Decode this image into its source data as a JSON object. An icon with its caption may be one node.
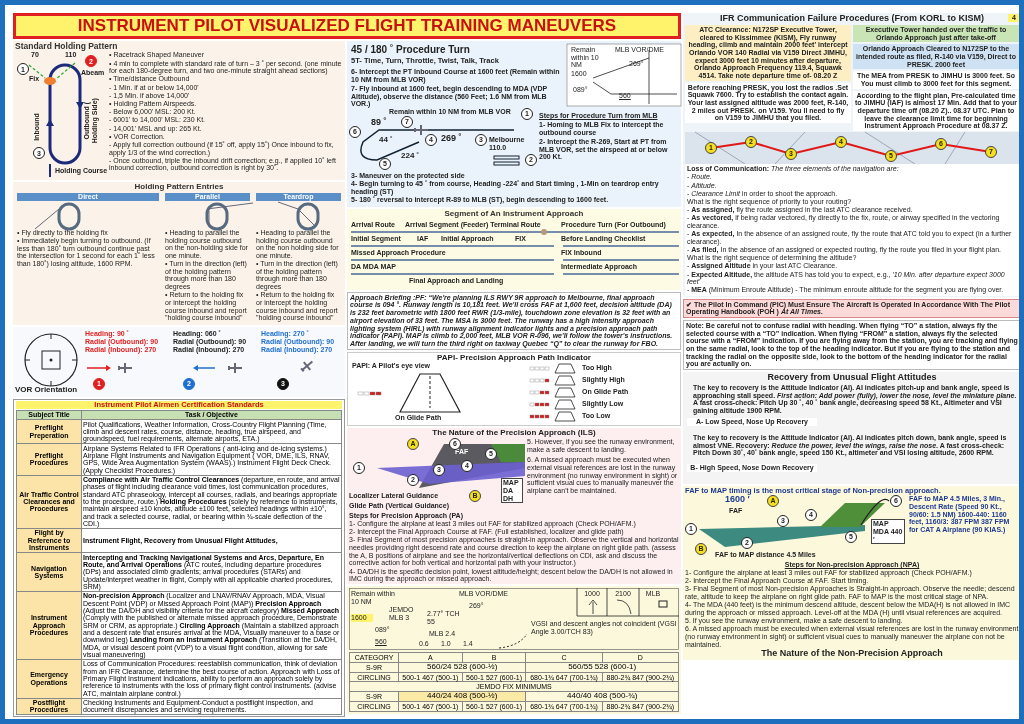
{
  "diagram": {
    "title": "INSTRUMENT PILOT VISUALIZED FLIGHT TRAINING MANEUVERS",
    "nodes": [
      {
        "text": [
          "Standard Holding Pattern",
          "• Racetrack Shaped Maneuver",
          "• 4 min to complete with standard rate of turn – 3 ˚ per second. (one minute for each 180-degree turn, and two one-minute straight ahead sections)",
          "• Time/distance Outbound",
          "- 1 Min. if at or below 14,000'",
          "- 1,5 Min. if above 14,000'",
          "• Holding Pattern Airspeeds.",
          "- Below 6,000' MSL: 200 Kt.",
          "- 6001' to 14,000' MSL: 230 Kt.",
          "- 14,001' MSL and up: 265 Kt.",
          "• VOR Correction.",
          "- Apply full correction outbound (if 15˚ off, apply 15˚) Once inbound to fix, apply 1/3 of the wind correction.)",
          "- Once outbound, triple the inbound drift correction; e.g., if applied 10˚ left inbound correction, outbound correction is right by 30˚."
        ]
      },
      {
        "text": [
          "Holding Pattern Entries"
        ]
      },
      {
        "text": [
          "Direct",
          "• Fly directly to the holding fix",
          "• Immediately begin turning to outbound. (If less than 180˚ turn outbound continue past the intersection for 1 second for each 1˚ less than 180˚) losing altitude, 1600 RPM."
        ],
        "in": 1
      },
      {
        "text": [
          "Parallel",
          "• Heading to parallel the holding course outbound on the non-holding side for one minute.",
          "• Turn in the direction (left) of the holding pattern through more than 180 degrees",
          "• Return to the holding fix or intercept the holding course inbound and report \"holding course inbound\""
        ],
        "in": 1
      },
      {
        "text": [
          "Teardrop",
          "• Heading to parallel the holding course outbound on the non holding side for one minute.",
          "• Turn in the direction (left) of the holding pattern through more than 180 degrees",
          "• Return to the holding fix or intercept the holding course inbound and report \"holding course inbound\""
        ],
        "in": 1
      },
      {
        "text": [
          "45 / 180 ˚ Procedure Turn",
          "5T- Time, Turn, Throttle, Twist, Talk, Track",
          "6- Intercept the PT Inbound Course at 1600 feet  (Remain within 10 NM from MLB VOR)",
          "7- Fly inbound at 1600 feet, begin descending to MDA (VDP Altitude), observe the distance (560 Feet; 1.6 NM from MLB VOR.)",
          "Remain within 10 NM from MLB VOR",
          "Steps for Procedure Turn from MLB",
          "1- Homing to MLB Fix to intercept the outbound course",
          "2- Intercept the R-269, Start at PT from MLB VOR, set the airspeed at or below 200 Kt.",
          "3- Maneuver on the protected side",
          "4- Begin turning to 45 ˚ from course, Heading -224˚  and  Start timing , 1-Min on teardrop entry heading (ST)",
          "5- 180 ˚ reversal to intercept R-89 to MLB (ST), begin descending to 1600 feet."
        ]
      },
      {
        "text": [
          "Approach Briefing :PF: “We're planning ILS RWY 9R approach to Melbourne, final approach course is 094 °. Runway length is 10,181 feet. We'll cross FAF at 1,600 feet, decision altitude (DA) is 232 feet barometric with 1800 feet RWR (1/3-mile), touchdown zone elevation is 32 feet with an airport elevation of 33 feet. The MSA is 3000 feet. The runway has a high intensity approach lighting system (HIRL) with runway alignment indicator lights and a precision approach path indicator (PAPI). MAP is climb to 2,000 feet, MLB VOR R-096, we'll follow the tower's instructions. After landing, we will turn the third right on taxiway Quebec “Q” to clear the runway for FBO."
        ]
      },
      {
        "text": [
          "Segment of An Instrument Approach"
        ]
      },
      {
        "text": [
          "Note: Be careful not to confuse radial with heading. When flying “TO” a station, always fly the selected course with a “TO” indication. When flying “FROM” a station, always fly the selected course with a “FROM” indication. If you are flying away from the station, you are tracking and flying on the same radial, look to the top of the heading indicator. But if you are flying to the station and tracking the radial on the opposite side, look to the bottom of the heading indicator for the radial you are actually on."
        ]
      },
      {
        "text": [
          "VOR Orientation"
        ]
      },
      {
        "text": [
          "Instrument Pilot Airmen Certification Standards"
        ]
      },
      {
        "text": [
          "The Nature of the Precision Approach (ILS)",
          "5. However, if you see the runway environment, make a safe descent to landing.",
          "6. A missed approach must be executed when external visual references are lost in the runway environment (no runway environment in sight) or sufficient visual cues to manually maneuver the airplane can't be maintained.",
          "Steps for Precision Approach (PA)",
          "1- Configure the airplane at least 3 miles out FAF for stabilized approach (Check POH/AFM.)",
          "2- Intercept the Final Approach Course at FAF. (Full established, localizer and glide path)",
          "3- Final Segment of most precision approaches is straight-in approach. Observe the vertical and horizontal needles providing right descend rate and course direction to keep the airplane on right glide path. (assess the A, B positions of airplane and see the horizontal/vertical deflections on CDI, ask and discuss the corrective action for both vertical and horizontal path with your instructor.)",
          "4- DA/DH is the specific decision point, lowest altitude/height; descent below the DA/DH is not allowed in IMC during the approach or missed approach."
        ]
      },
      {
        "text": [
          "PAPI- Precision Approach Path Indicator",
          "PAPI: A Pilot's eye view"
        ]
      },
      {
        "text": [
          "FAF to MAP timing is the most critical stage of Non-precision approach.",
          "Steps for Non-precision Approach (NPA)",
          "1- Configure the airplane at least 3 miles out FAF for stabilized approach (Check POH/AFM.)",
          "2- Intercept the Final Approach Course at FAF. Start timing.",
          "3- Final Segment of most Non-precision Approaches is  Straight-in approach. Observe the needle; descend rate, altitude to keep the airplane on right glide path. FAF to MAP is the most critical stage of NPA.",
          "4- The MDA (440 feet) is the minimum descend altitude, descent below the MDA(H) is not allowed in IMC during the approach or missed approach. Level-off at the MDA (H) until visual references are acquired.",
          "5. If you see the runway environment, make a safe descent to landing.",
          "6. A missed approach must be executed when external visual references are lost in the  runway environment (no runway environment in sight) or sufficient visual cues to manually maneuver the airplane con not be maintained.",
          "The Nature of the Non-Precision Approach"
        ]
      },
      {
        "text": [
          "IFR Communication Failure Procedures  (From KORL to KISM)"
        ]
      },
      {
        "text": [
          "ATC Clearance: N172SP Executive Tower, cleared to Kissimmee (KISM), Fly runway heading, climb and maintain 2000 feet' intercept Orlando VOR 140 Radial via V159 Direct JIMHU, expect 3000 feet 10 minutes after departure, Orlando Approach Frequency 119.4, Squawk 4514. Take note departure time of- 08.20 Z"
        ],
        "in": 14
      },
      {
        "text": [
          "Executive Tower handed over the traffic to Orlando Approach just after take-off"
        ],
        "in": 14
      },
      {
        "text": [
          "Orlando Approach Cleared to N172SP to the intended route as filed, R-140 via V159, Direct to PRESK. 2000 feet"
        ],
        "in": 14
      },
      {
        "text": [
          "Before reaching PRESK, you lost the radios .Set Squawk 7600.  Try to establish the contact again. Your last assigned altitude  was 2000 feet, R-140, 2 miles out PRESK. on V159. You ll need to fly on V159 to JIMHU that you filed."
        ],
        "in": 14
      },
      {
        "text": [
          "The MEA from PRESK to JIMHU is 3000 feet. So You must climb to 3000 feet for this segment."
        ],
        "in": 14
      },
      {
        "text": [
          "**Loss of Communication:** *The three elements of the navigation are:*",
          "- *Route.*",
          "- *Altitude.*",
          "- *Clearance Limit* in order to shoot the approach.",
          "What is the right sequence of priority to your routing?",
          "- **As assigned,** fly the route assigned in the last ATC clearance received.",
          "- **As vectored,** if being radar vectored, fly directly to the fix, route, or airway specified in the vectoring clearance.",
          "- **As expected,** In the absence of an assigned route, fly the route that ATC told you to expect (in a further clearance).",
          "- **As filed,** In the absence of an assigned or expected routing, fly the route you filed in your flight plan.",
          "What is the right sequence of determining the altitude?",
          "- **Assigned Altitude** in your last ATC Clearance.",
          "- **Expected Altitude,** the altitude ATS has told you to expect, e.g., *'10 Min. after departure expect 3000 feet'*",
          "- **MEA** (Minimum Enroute Altitude) - The minimum enroute altitude for the segment you are flying over."
        ],
        "in": 14
      },
      {
        "text": [
          "According to the flight plan, Pre-calculated time to JIMHU (IAF) is almost 17 Min. Add that to your departure time off (08.20 Z).. 08.37 UTC. Plan to leave the clearance limit time for beginning Instrument Approach Procedure at 08.37 Z."
        ],
        "in": 14
      },
      {
        "text": [
          "✔ The Pilot In Command (PIC) Must Ensure The Aircraft Is Operated In Accordance With The Pilot Operating Handbook (POH ) *At All Times.*"
        ]
      },
      {
        "text": [
          "Recovery from Unusual Flight Attitudes"
        ]
      },
      {
        "text": [
          "A- Low Speed, Nose Up Recovery"
        ],
        "in": 23
      },
      {
        "text": [
          "The key to recovery is the Attitude Indicator (AI). AI indicates pitch-up and bank angle, speed is approaching stall speed. *First action: Add power (fully), lower the nose, level the miniature plane.* A fast cross-check: Pitch Up 30 ˚, 40 ˚ bank angle, decreasing speed 58 Kt.,  Altimeter and VSI gaining altitude 1900 RPM."
        ],
        "in": 23
      },
      {
        "text": [
          "B- High Speed, Nose Down Recovery"
        ],
        "in": 23
      },
      {
        "text": [
          "The key to recovery is the Attitude Indicator (AI). AI indicates pitch down, bank angle, speed is almost VNE. Recovery: *Reduce the power, level the wings, raise the nose.* A fast cross-check: Pitch Down 30˚, 40˚ bank angle, speed 150 Kt., altimeter and VSI losing altitude, 2600 RPM."
        ],
        "in": 23
      }
    ],
    "labels": [
      "70",
      "1",
      "110",
      "2",
      "Fix",
      "Abeam",
      "Inbound",
      "3",
      "Outbound ( Holding Side)",
      "Holding Course",
      "4",
      "1",
      "Melbourne 110.0",
      "2",
      "89 ˚",
      "7",
      "6",
      "44 ˚",
      "269 ˚",
      "4",
      "3",
      "224 ˚",
      "5",
      "Remain within 10 NM",
      "MLB VOR/DME",
      "269°",
      "1600",
      "089°",
      "560",
      "Arrival Route",
      "Arrival Segment (Feeder) Terminal Route",
      "Initial Segment",
      "IAF",
      "Initial Approach",
      "FIX",
      "Missed Approach Procedure",
      "DA MDA MAP",
      "Final Approach and Landing",
      "Procedure Turn (For Outbound)",
      "Before Landing Checklist",
      "FIX Inbound",
      "Intermediate Approach",
      "Heading: 90 ˚",
      "Radial (Outbound): 90",
      "Radial (Inbound): 270",
      "Heading: 060 ˚",
      "Radial (Outbound): 90",
      "Radial (Inbound): 270",
      "Heading: 270 ˚",
      "Radial (Outbound): 90",
      "Radial (Inbound): 270",
      "1",
      "2",
      "3",
      "On Glide Path",
      "Too High",
      "Slightly High",
      "On Glide Path",
      "Slightly Low",
      "Too Low",
      "A",
      "1",
      "FAF",
      "2",
      "3",
      "4",
      "5",
      "MAP DA DH",
      "6",
      "B",
      "Glide Path (Vertical Guidance)",
      "Localizer Lateral Guidance",
      "1600 ′",
      "FAF",
      "A",
      "6",
      "1",
      "2",
      "3",
      "4",
      "5",
      "MAP MDA 440 ′",
      "B",
      "FAF to MAP distance 4.5 Miles",
      "FAF to MAP 4.5 Miles, 3 Min., Descent Rate (Speed 90 Kt., 90/60: 1.5 NM) 1600-440: 1160 feet, 1160/3: 387 FPM 387 FPM for CAT A Airplane (90 KIAS.)",
      "Remain within 10 NM",
      "MLB VOR/DME",
      "1000",
      "2100",
      "MLB",
      "VGSI and descent angles not coincident (VGSI Angle 3.00/TCH 83)",
      "269°",
      "1600",
      "JEMDO MLB 3",
      "2.77° TCH 55",
      "089°",
      "MLB 2.4",
      "560",
      "0.6",
      "1.0",
      "1.4",
      "CATEGORY",
      "A",
      "B",
      "C",
      "D",
      "S-9R",
      "560/24 528 (600-½)",
      "560/55 528 (600-1)",
      "CIRCLING",
      "500-1 467 (500-1)",
      "560-1 527 (600-1)",
      "680-1¾ 647 (700-1¾)",
      "880-2¾ 847 (900-2¾)",
      "JEMDO FIX MINIMUMS",
      "S-9R",
      "440/24 408 (500-½)",
      "440/40 408 (500-¾)",
      "CIRCLING",
      "500-1 467 (500-1)",
      "560-1 527 (600-1)",
      "680-1¾ 647 (700-1¾)",
      "880-2¾ 847 (900-2¾)",
      "1",
      "2",
      "3",
      "4",
      "5",
      "6",
      "7",
      "Subject Title",
      "Task / Objective",
      "Preflight Preperation",
      "Pilot Qualifications, Weather Information, Cross-Country Flight Planning (Time, climb and descent rates, course, distance, heading, true airspeed, and groundspeed, fuel requirements, alternate airports, ETA.)",
      "Preflight Procedures",
      "Airplane Systems Related to IFR Operations ( anti-icing and de-icing systems.) Airplane Flight Instruments and Navigation Equipment ( VOR, DME, ILS, RNAV, GPS, Wide Area Augmentation System (WAAS).) Instrument Flight Deck Check. (Apply Checklist Procedures.)",
      "Air Traffic Control Clearances and Procedures",
      "**Compliance with Air Traffic Control Clearances** (departure, en route, and arrival phases of flight including clearance void times, lost communication procedures, standard ATC phraseology, intercept all courses, radials, and bearings appropriate to the procedure, route.) **Holding Procedures** (solely by reference to instruments, maintain airspeed ±10 knots, altitude ±100 feet, selected headings within ±10°, and track a selected course, radial, or bearing within ¾-scale deflection of the CDI.)",
      "Flight by Reference to Instruments",
      "**Instrument Flight, Recovery from Unusual Flight Attitudes,**",
      "Navigation Systems",
      "**Intercepting and Tracking Navigational Systems and Arcs, Departure, En Route, and Arrival Operations** (ATC routes, including departure procedures (DPs) and associated climb gradients; arrival procedures (STARs) and Update/interpret weather in flight, Comply with all applicable charted procedures, SRM)",
      "Instrument Approach Procedures",
      "**Non-precision Approach** (Localizer and LNAV/RNAV Approach, MDA, Visual Descent Point (VDP) or Missed Approach Point (MAP)) **Precision Approach** (Adjust the DA/DH and visibility criteria for the aircraft category) **Missed Approach** (Comply with the published or alternate missed approach procedure, Demonstrate SRM or CRM, as appropriate.) **Circling Approach** (Maintain a stabilized approach and a descent rate that ensures arrival at the MDA, Visually maneuver to a base or downwind leg) **Landing from an Instrument Approach** (Transition at the DA/DH, MDA, or visual descent point (VDP) to a visual flight condition, allowing for safe visual maneuvering)",
      "Emergency Operations",
      "Loss of Communication Procedures: reestablish communication, think of deviation from an IFR Clearance, determine the best course of action. Approach with Loss of Primary Flight Instrument Indications, ability to perform an approach solely by reference to instruments with the loss of primary flight control instruments. (advise ATC, maintain airplane control.)",
      "Postflight Procedures",
      "Checking Instruments and Equipment-Conduct a postflight inspection, and document discrepancies and servicing requirements."
    ]
  }
}
